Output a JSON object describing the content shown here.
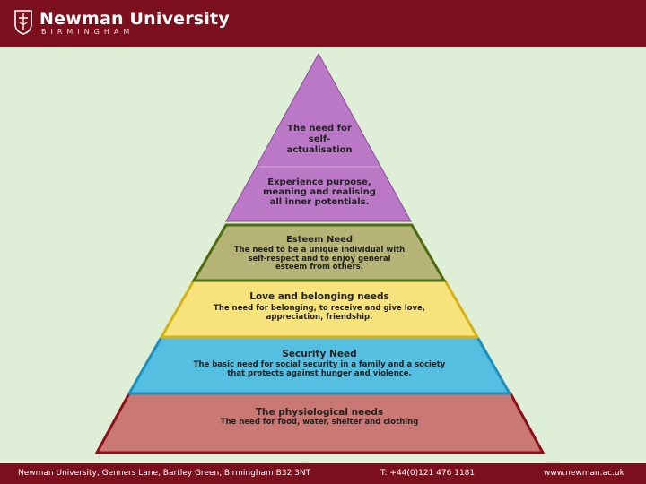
{
  "header": {
    "logo_name": "Newman University",
    "logo_sub": "BIRMINGHAM"
  },
  "pyramid": {
    "levels": [
      {
        "title": "The need for self- actualisation",
        "lines": [
          "The need for",
          "self-",
          "actualisation"
        ]
      },
      {
        "title": "",
        "lines": [
          "Experience purpose,",
          "meaning and realising",
          "all inner potentials."
        ]
      },
      {
        "title": "Esteem Need",
        "lines": [
          "The need to be a unique individual with",
          "self-respect and to enjoy general",
          "esteem from others."
        ]
      },
      {
        "title": "Love and belonging needs",
        "lines": [
          "The need for belonging, to receive and give love,",
          "appreciation, friendship."
        ]
      },
      {
        "title": "Security Need",
        "lines": [
          "The basic need for social security in a family and a society",
          "that protects against hunger and violence."
        ]
      },
      {
        "title": "The physiological needs",
        "lines": [
          "The need for food, water, shelter and clothing"
        ]
      }
    ]
  },
  "footer": {
    "address": "Newman University, Genners Lane, Bartley Green, Birmingham B32 3NT",
    "phone": "T: +44(0)121 476 1181",
    "website": "www.newman.ac.uk"
  }
}
